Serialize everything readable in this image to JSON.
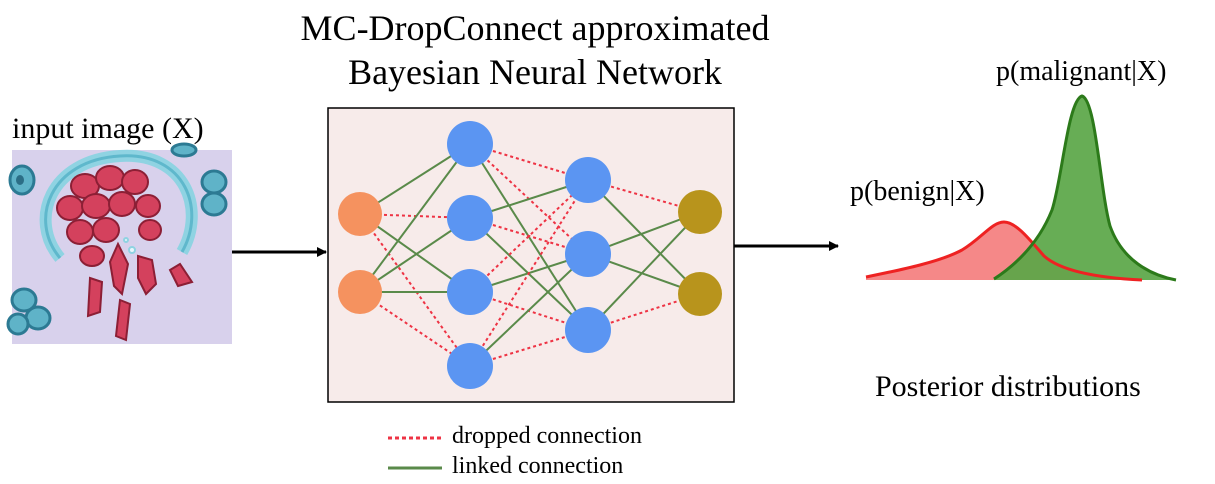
{
  "title_line1": "MC-DropConnect approximated",
  "title_line2": "Bayesian Neural Network",
  "input_label": "input image (X)",
  "outputs": {
    "benign_label": "p(benign|X)",
    "malignant_label": "p(malignant|X)",
    "caption": "Posterior distributions"
  },
  "legend": {
    "dropped": "dropped connection",
    "linked": "linked connection"
  },
  "colors": {
    "input_node": "#f5925f",
    "hidden_node": "#5b95f2",
    "output_node": "#b8941c",
    "dropped": "#ee3344",
    "linked": "#5a8a4a",
    "network_bg": "#f7ebea",
    "benign_curve": "#ee2222",
    "benign_fill": "#f48282",
    "malignant_curve": "#2c7a1a",
    "malignant_fill": "#5aa646"
  }
}
